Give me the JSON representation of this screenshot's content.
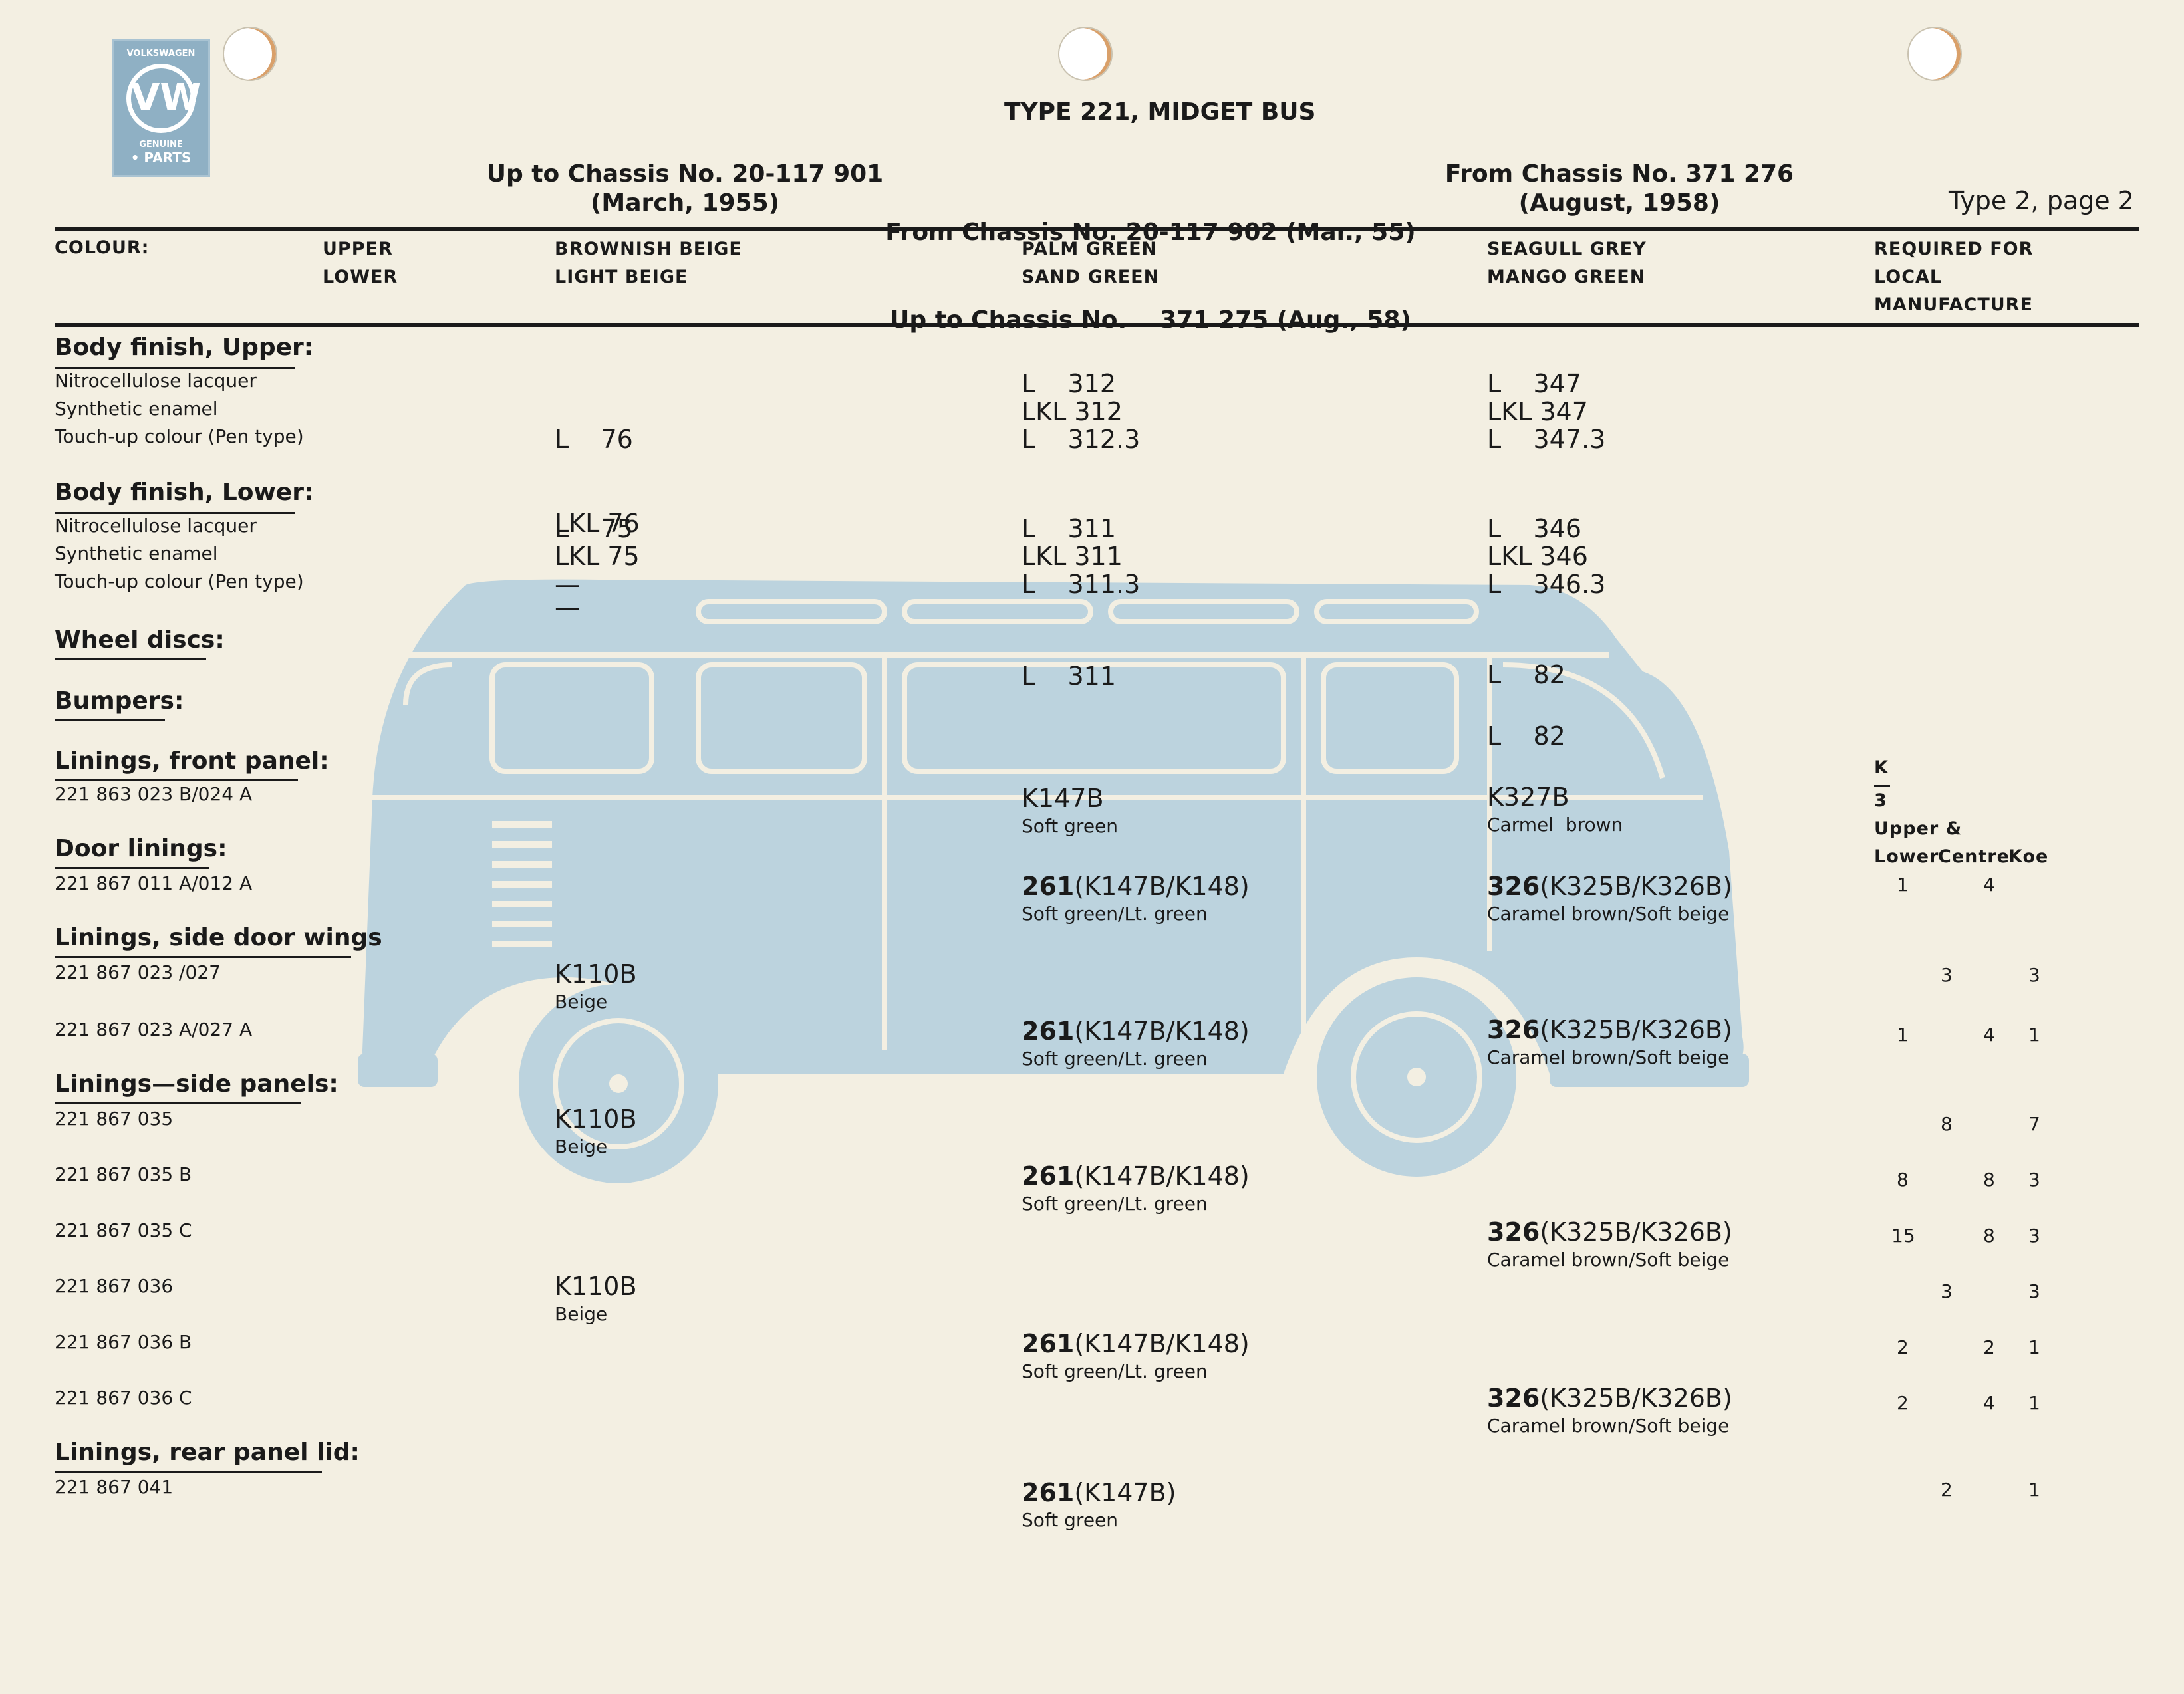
{
  "logo": {
    "line1": "VOLKSWAGEN",
    "mark": "VW",
    "line2": "GENUINE",
    "line3": "• PARTS"
  },
  "title": "TYPE 221, MIDGET BUS",
  "chassis": {
    "c1": [
      "Up to Chassis No. 20-117 901",
      "(March, 1955)"
    ],
    "c2": [
      "From Chassis No. 20-117 902 (Mar., 55)",
      "Up to Chassis No.    371 275 (Aug., 58)"
    ],
    "c3": [
      "From Chassis No. 371 276",
      "(August, 1958)"
    ]
  },
  "page_ref": "Type 2, page 2",
  "header": {
    "colour": "COLOUR:",
    "upper": "UPPER",
    "lower": "LOWER",
    "c1": [
      "BROWNISH BEIGE",
      "LIGHT BEIGE"
    ],
    "c2": [
      "PALM GREEN",
      "SAND GREEN"
    ],
    "c3": [
      "SEAGULL GREY",
      "MANGO GREEN"
    ],
    "req": [
      "REQUIRED FOR",
      "LOCAL",
      "MANUFACTURE"
    ]
  },
  "sections": {
    "body_upper": "Body finish, Upper:",
    "body_lower": "Body finish, Lower:",
    "wheel": "Wheel discs:",
    "bumpers": "Bumpers:",
    "front": "Linings, front panel:",
    "door": "Door linings:",
    "wings": "Linings, side door wings",
    "side": "Linings—side panels:",
    "rear": "Linings, rear panel lid:"
  },
  "finish_items": [
    "Nitrocellulose lacquer",
    "Synthetic enamel",
    "Touch-up colour (Pen type)"
  ],
  "body_upper_vals": {
    "c1": [
      "L    76",
      "LKL 76",
      "—"
    ],
    "c2": [
      "L    312",
      "LKL 312",
      "L    312.3"
    ],
    "c3": [
      "L    347",
      "LKL 347",
      "L    347.3"
    ]
  },
  "body_lower_vals": {
    "c1": [
      "L    75",
      "LKL 75",
      "—"
    ],
    "c2": [
      "L    311",
      "LKL 311",
      "L    311.3"
    ],
    "c3": [
      "L    346",
      "LKL 346",
      "L    346.3"
    ]
  },
  "wheel_vals": {
    "c2": "L    311",
    "c3": "L    82"
  },
  "bumper_vals": {
    "c3": "L    82"
  },
  "req_header": {
    "k": "K",
    "three": "3",
    "upper_amp": "Upper &",
    "lower": "Lower",
    "centre": "Centre",
    "koe": "Koe"
  },
  "parts": [
    {
      "no": "221 863 023 B/024 A",
      "c2_code": "K147B",
      "c2_desc": "Soft green",
      "c3_code": "K327B",
      "c3_desc": "Carmel  brown"
    },
    {
      "no": "221 867 011 A/012 A",
      "c2_bold": "261",
      "c2_code": "(K147B/K148)",
      "c2_desc": "Soft green/Lt. green",
      "c3_bold": "326",
      "c3_code": "(K325B/K326B)",
      "c3_desc": "Caramel brown/Soft beige",
      "q1": "1",
      "q2": "4",
      "q3": ""
    },
    {
      "no": "221 867 023 /027",
      "c1_code": "K110B",
      "c1_desc": "Beige",
      "q1": "",
      "q2": "3",
      "q3": "3"
    },
    {
      "no": "221 867 023 A/027 A",
      "c2_bold": "261",
      "c2_code": "(K147B/K148)",
      "c2_desc": "Soft green/Lt. green",
      "c3_bold": "326",
      "c3_code": "(K325B/K326B)",
      "c3_desc": "Caramel brown/Soft beige",
      "q1": "1",
      "q2": "4",
      "q3": "1"
    },
    {
      "no": "221 867 035",
      "c1_code": "K110B",
      "c1_desc": "Beige",
      "q1": "",
      "q2": "8",
      "q3": "7"
    },
    {
      "no": "221 867 035 B",
      "c2_bold": "261",
      "c2_code": "(K147B/K148)",
      "c2_desc": "Soft green/Lt. green",
      "q1": "8",
      "q2": "8",
      "q3": "3"
    },
    {
      "no": "221 867 035 C",
      "c3_bold": "326",
      "c3_code": "(K325B/K326B)",
      "c3_desc": "Caramel brown/Soft beige",
      "q1": "15",
      "q2": "8",
      "q3": "3"
    },
    {
      "no": "221 867 036",
      "c1_code": "K110B",
      "c1_desc": "Beige",
      "q1": "",
      "q2": "3",
      "q3": "3"
    },
    {
      "no": "221 867 036 B",
      "c2_bold": "261",
      "c2_code": "(K147B/K148)",
      "c2_desc": "Soft green/Lt. green",
      "q1": "2",
      "q2": "2",
      "q3": "1"
    },
    {
      "no": "221 867 036 C",
      "c3_bold": "326",
      "c3_code": "(K325B/K326B)",
      "c3_desc": "Caramel brown/Soft beige",
      "q1": "2",
      "q2": "4",
      "q3": "1"
    },
    {
      "no": "221 867 041",
      "c2_bold": "261",
      "c2_code": "(K147B)",
      "c2_desc": "Soft green",
      "q1": "",
      "q2": "2",
      "q3": "1"
    }
  ],
  "colors": {
    "paper": "#f3efe2",
    "ink": "#1a1a1a",
    "bus": "#bcd3de",
    "logo": "#8fb0c4"
  }
}
